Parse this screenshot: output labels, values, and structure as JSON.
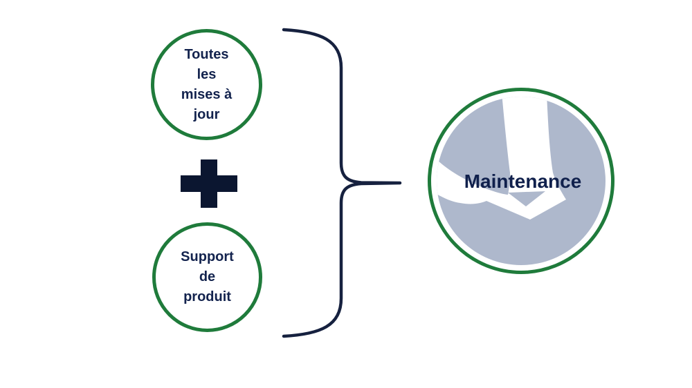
{
  "diagram": {
    "title": "maintenance-composition-diagram",
    "colors": {
      "background": "#FFFFFF",
      "circle_border_green": "#1F7B3B",
      "text_navy": "#13234E",
      "result_text_navy": "#10204C",
      "plus_navy": "#0B1630",
      "brace_navy": "#16213F",
      "glyph_gray_blue": "#AEB8CC"
    },
    "inputs": [
      {
        "id": "updates",
        "text": "Toutes\nles\nmises à\njour"
      },
      {
        "id": "product_support",
        "text": "Support\nde\nproduit"
      }
    ],
    "operator": {
      "symbol": "+",
      "icon": "plus-icon"
    },
    "brace": {
      "glyph": "}",
      "icon": "curly-brace"
    },
    "result": {
      "label": "Maintenance",
      "icon": "curved-arrow-swoosh"
    }
  }
}
